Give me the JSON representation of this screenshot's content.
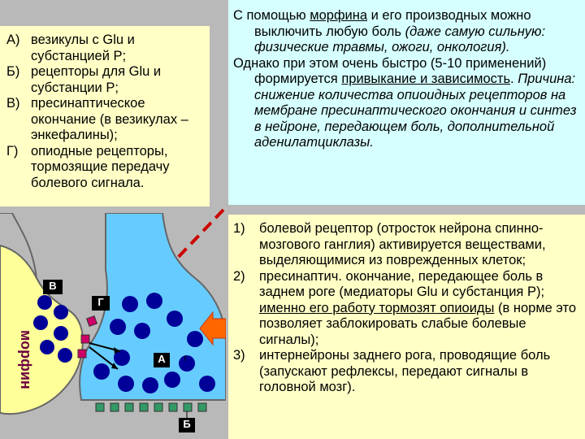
{
  "legend": {
    "items": [
      {
        "marker": "А)",
        "text": "везикулы с Glu и субстанцией P;"
      },
      {
        "marker": "Б)",
        "text": "рецепторы для Glu и субстанции P;"
      },
      {
        "marker": "В)",
        "text": "пресинаптическое окончание (в везикулах – энкефалины);"
      },
      {
        "marker": "Г)",
        "text": "опиодные рецепторы, тормозящие передачу болевого сигнала."
      }
    ]
  },
  "morphine_note": {
    "p1_a": "С помощью ",
    "p1_link": "морфина",
    "p1_b": " и его производных можно выключить любую боль ",
    "p1_i": "(даже самую сильную: физические травмы, ожоги, онкология).",
    "p2_a": "Однако при этом очень быстро (5-10 применений) формируется ",
    "p2_u1": "привыкание и зависимость",
    "p2_b": ". ",
    "p2_i": "Причина: снижение количества опиоидных рецепторов на мембране пресинаптического окончания и синтез в нейроне, передающем боль, дополнительной аденилатциклазы."
  },
  "mechanism": {
    "items": [
      {
        "num": "1)",
        "text_a": "болевой рецептор (отросток нейрона спинно-мозгового ганглия) активируется веществами, выделяющимися из поврежденных клеток;",
        "u": "",
        "text_b": ""
      },
      {
        "num": "2)",
        "text_a": "пресинаптич. окончание, передающее боль в заднем роге (медиаторы Glu и субстанция P); ",
        "u": "именно его работу тормозят опиоиды",
        "text_b": " (в норме это позволяет заблокировать слабые болевые сигналы);"
      },
      {
        "num": "3)",
        "text_a": "интернейроны заднего рога, проводящие боль (запускают рефлексы, передают сигналы в головной мозг).",
        "u": "",
        "text_b": ""
      }
    ]
  },
  "diagram": {
    "label_v": "В",
    "label_g": "Г",
    "label_a": "А",
    "label_b": "Б",
    "side_text": "морфин"
  },
  "colors": {
    "yellow": "#ffffc6",
    "cyan_box": "#d6ffff",
    "neuron_yellow": "#ffff99",
    "neuron_cyan": "#66ccff",
    "vesicle": "#000099",
    "receptor": "#339966",
    "opioid_receptor": "#cc0066",
    "arrow_orange": "#ff6600",
    "dash_red": "#cc0000"
  }
}
